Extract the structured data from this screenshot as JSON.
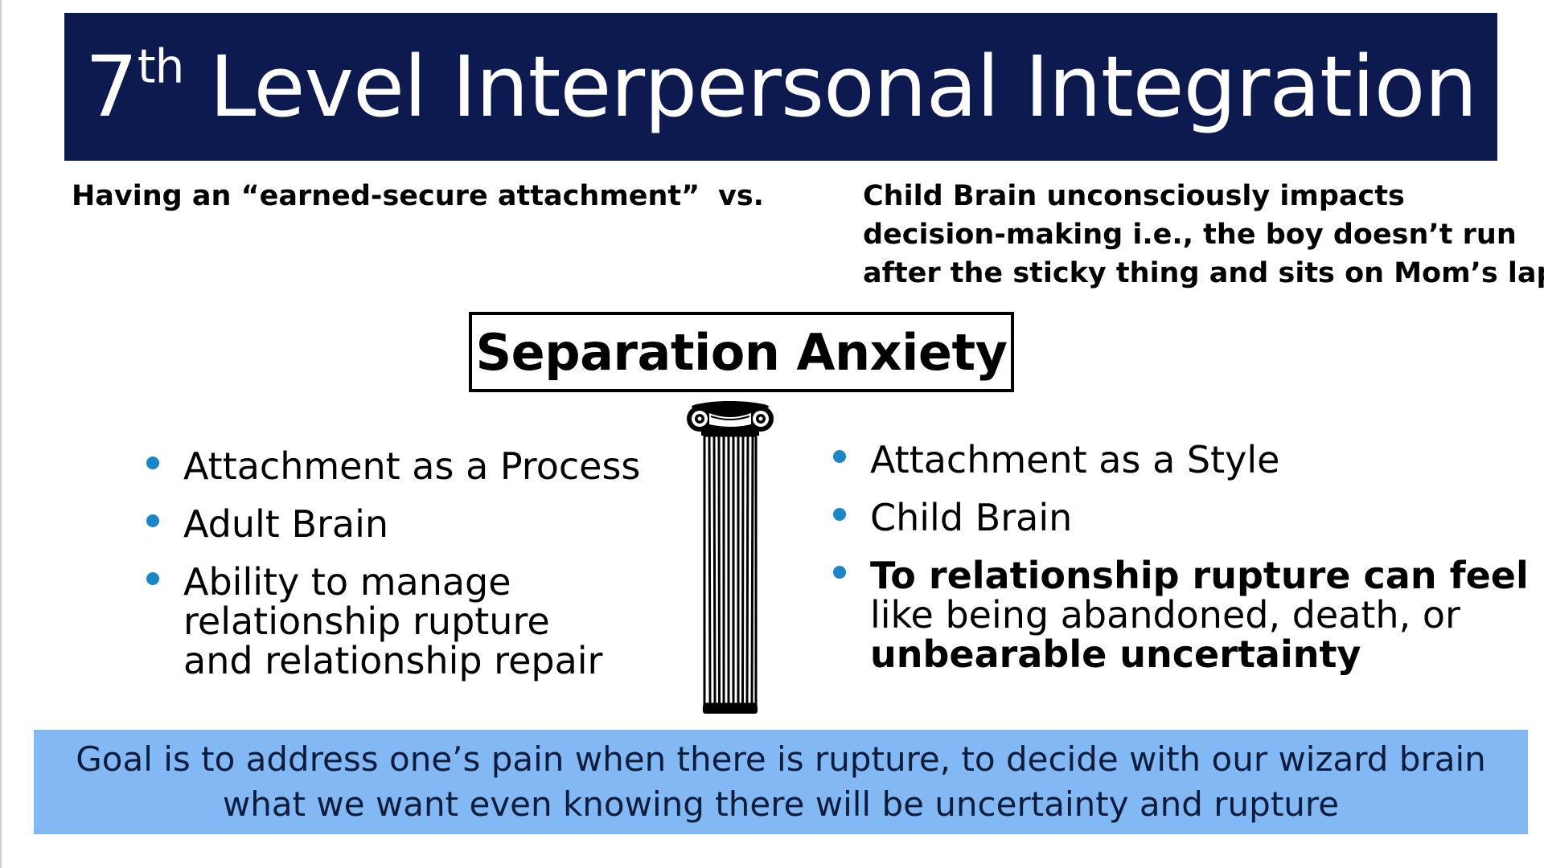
{
  "title": {
    "number": "7",
    "superscript": "th",
    "rest": "Level Interpersonal Integration"
  },
  "comparison": {
    "left": "Having an “earned-secure attachment”",
    "vs": "vs.",
    "right_lines": [
      "Child Brain unconsciously impacts",
      "decision-making i.e., the boy doesn’t run",
      "after the sticky thing and sits on Mom’s lap"
    ]
  },
  "center_label": "Separation Anxiety",
  "center_icon": "ionic-column-icon",
  "left_list": [
    {
      "lines": [
        "Attachment as a Process"
      ]
    },
    {
      "lines": [
        "Adult Brain"
      ]
    },
    {
      "lines": [
        "Ability to manage",
        "relationship rupture",
        "and relationship repair"
      ]
    }
  ],
  "right_list": [
    {
      "lines": [
        "Attachment as a Style"
      ]
    },
    {
      "lines": [
        "Child Brain"
      ]
    },
    {
      "lines": [
        "To relationship rupture can feel",
        "like being abandoned, death, or",
        "unbearable uncertainty"
      ]
    }
  ],
  "goal_lines": [
    "Goal is to address one’s pain when there is rupture, to decide with our wizard brain",
    "what we want even knowing there will be uncertainty and rupture"
  ],
  "colors": {
    "banner": "#0c1a50",
    "bullet": "#1a86c8",
    "goal_background": "#82b9f5",
    "goal_text": "#0e1c3c"
  }
}
